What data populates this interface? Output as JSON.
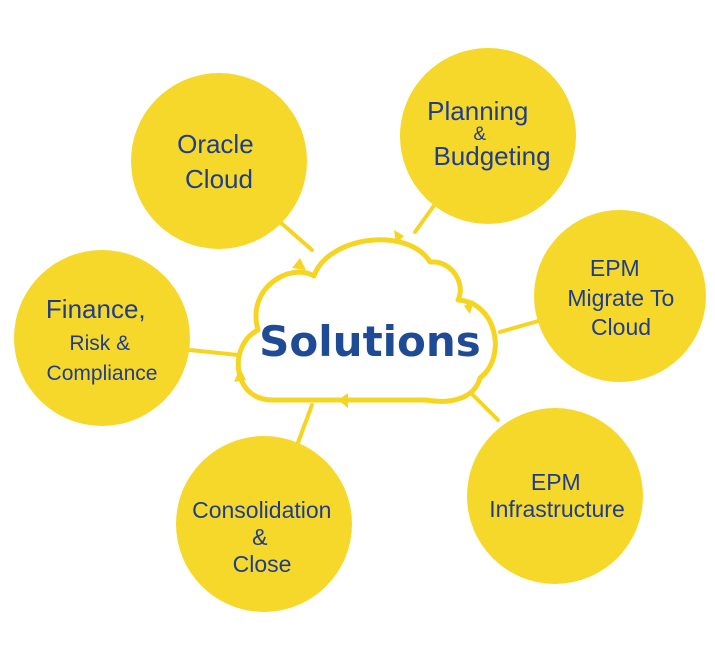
{
  "center": {
    "label": "Solutions"
  },
  "nodes": [
    {
      "id": "oracle-cloud",
      "lines": [
        "Oracle",
        "Cloud"
      ]
    },
    {
      "id": "planning-budgeting",
      "lines": [
        "Planning",
        "&",
        "Budgeting"
      ]
    },
    {
      "id": "epm-migrate",
      "lines": [
        "EPM",
        "Migrate To",
        "Cloud"
      ]
    },
    {
      "id": "epm-infrastructure",
      "lines": [
        "EPM",
        "Infrastructure"
      ]
    },
    {
      "id": "consolidation-close",
      "lines": [
        "Consolidation",
        "&",
        "Close"
      ]
    },
    {
      "id": "finance-risk",
      "lines": [
        "Finance,",
        "Risk &",
        "Compliance"
      ]
    }
  ],
  "colors": {
    "node_fill": "#f6d82a",
    "outline": "#f5d422",
    "text": "#1f3d8f",
    "center_text": "#1f4a96"
  }
}
